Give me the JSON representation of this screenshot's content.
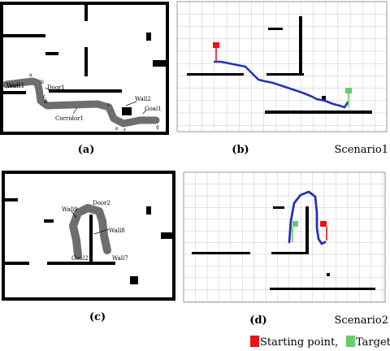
{
  "panels": {
    "a": {
      "caption": "(a)",
      "labels": {
        "wall1": "Wall1",
        "door1": "Door1",
        "wall2": "Wall2",
        "goal1": "Goal1",
        "corridor1": "Corridor1",
        "pt_a": "a",
        "pt_b": "b",
        "pt_c": "c",
        "pt_d": "d",
        "pt_e": "e",
        "pt_f": "f",
        "pt_g": "g"
      }
    },
    "b": {
      "caption": "(b)"
    },
    "c": {
      "caption": "(c)",
      "labels": {
        "wall9": "Wall9",
        "door2": "Door2",
        "wall8": "Wall8",
        "goal2": "Goal2",
        "wall7": "Wall7"
      }
    },
    "d": {
      "caption": "(d)"
    }
  },
  "scenario_labels": {
    "s1": "Scenario1",
    "s2": "Scenario2"
  },
  "legend": {
    "start_label": "Starting point,",
    "target_label": "Target",
    "start_color": "#ee1111",
    "target_color": "#66cc66"
  },
  "colors": {
    "wall": "#000000",
    "trajectory_sketch": "#6e6e6e",
    "trajectory_plot": "#2233bb",
    "grid": "#c8c8c8"
  }
}
